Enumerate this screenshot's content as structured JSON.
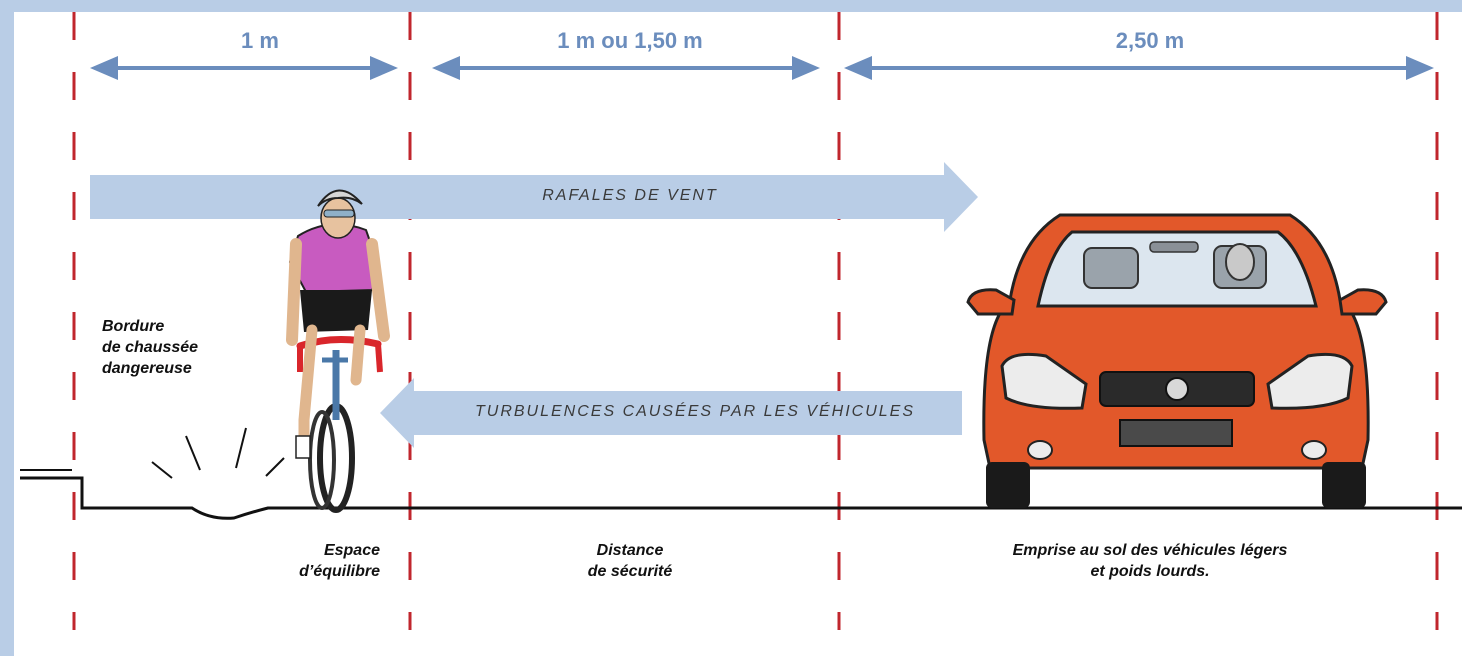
{
  "colors": {
    "frame": "#b9cde6",
    "arrow": "#6b8dbd",
    "band": "#b9cde6",
    "dash": "#c0262d",
    "car": "#e2582a"
  },
  "dimensions": {
    "d1": "1 m",
    "d2": "1 m ou 1,50 m",
    "d3": "2,50 m"
  },
  "bands": {
    "wind": "RAFALES DE VENT",
    "turbulence": "TURBULENCES CAUSÉES PAR LES VÉHICULES"
  },
  "labels": {
    "border_line1": "Bordure",
    "border_line2": "de chaussée",
    "border_line3": "dangereuse",
    "balance_line1": "Espace",
    "balance_line2": "d’équilibre",
    "safety_line1": "Distance",
    "safety_line2": "de sécurité",
    "footprint_line1": "Emprise au sol des véhicules légers",
    "footprint_line2": "et poids lourds."
  },
  "icons": [
    "cyclist-illustration",
    "car-illustration",
    "pothole-crack-icon"
  ]
}
